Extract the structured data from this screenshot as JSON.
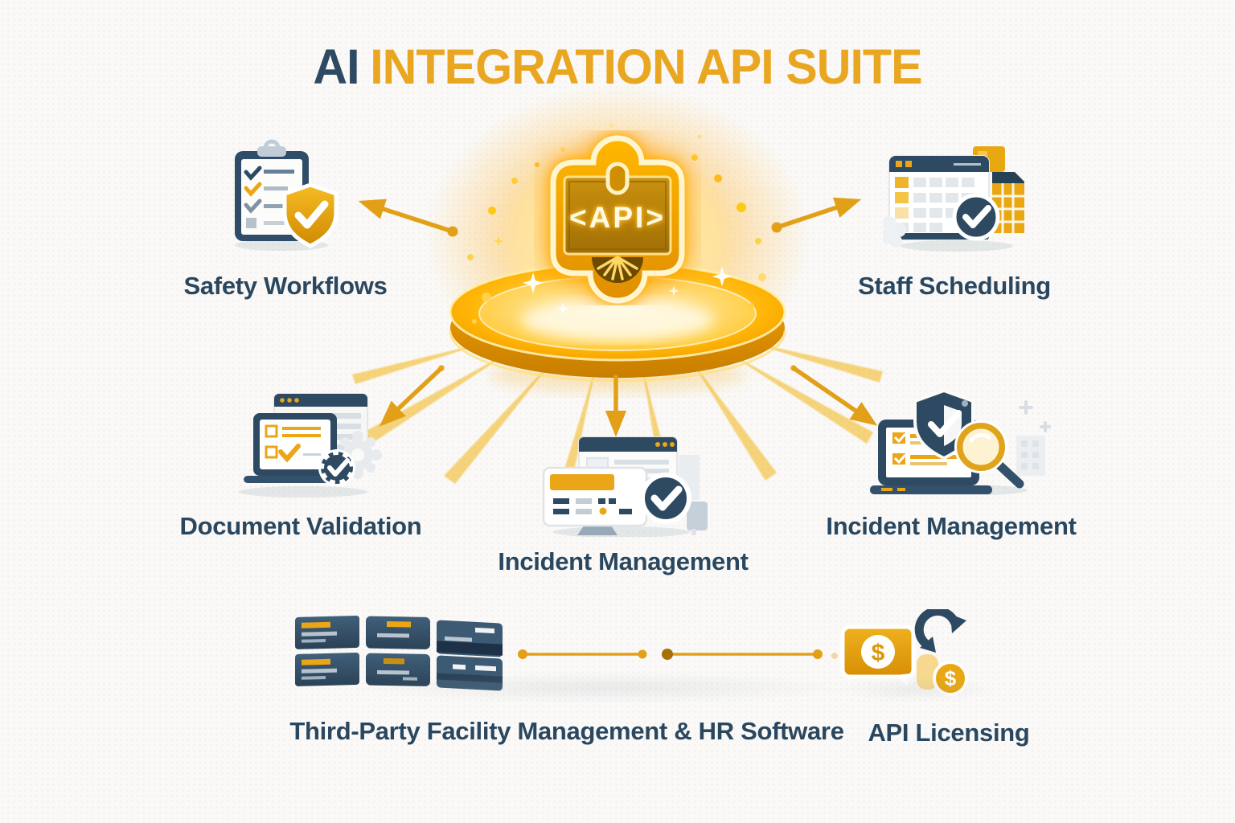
{
  "title": {
    "ai": "AI",
    "rest": "INTEGRATION API SUITE"
  },
  "center": {
    "badge_label": "<API>"
  },
  "labels": {
    "safety_workflows": "Safety Workflows",
    "staff_scheduling": "Staff Scheduling",
    "document_validation": "Document Validation",
    "incident_management_center": "Incident Management",
    "incident_management_right": "Incident Management",
    "third_party_software": "Third-Party Facility Management & HR Software",
    "api_licensing": "API Licensing"
  },
  "glyphs": {
    "dollar": "$"
  },
  "icons": [
    "api-badge-icon",
    "golden-platform",
    "clipboard-checklist-icon",
    "shield-check-icon",
    "calendar-grid-icon",
    "folder-icon",
    "spreadsheet-icon",
    "check-circle-icon",
    "browser-window-icon",
    "laptop-checklist-icon",
    "gear-check-badge-icon",
    "gear-icon",
    "report-document-icon",
    "dashboard-monitor-icon",
    "security-shield-icon",
    "magnifier-icon",
    "server-rack-icon",
    "price-card-icon",
    "sync-arrows-icon",
    "money-cylinder-icon",
    "coin-icon",
    "arrow-icon",
    "connector-line"
  ],
  "colors": {
    "title_navy": "#2E4A63",
    "title_gold": "#E9A620",
    "label_navy": "#2A4760",
    "arrow_gold": "#E2A018",
    "icon_navy": "#2E4A63",
    "icon_gold": "#EAA617",
    "platform_gold": "#F7A700",
    "badge_panel": "#C9910F",
    "background": "#FAF9F7"
  }
}
